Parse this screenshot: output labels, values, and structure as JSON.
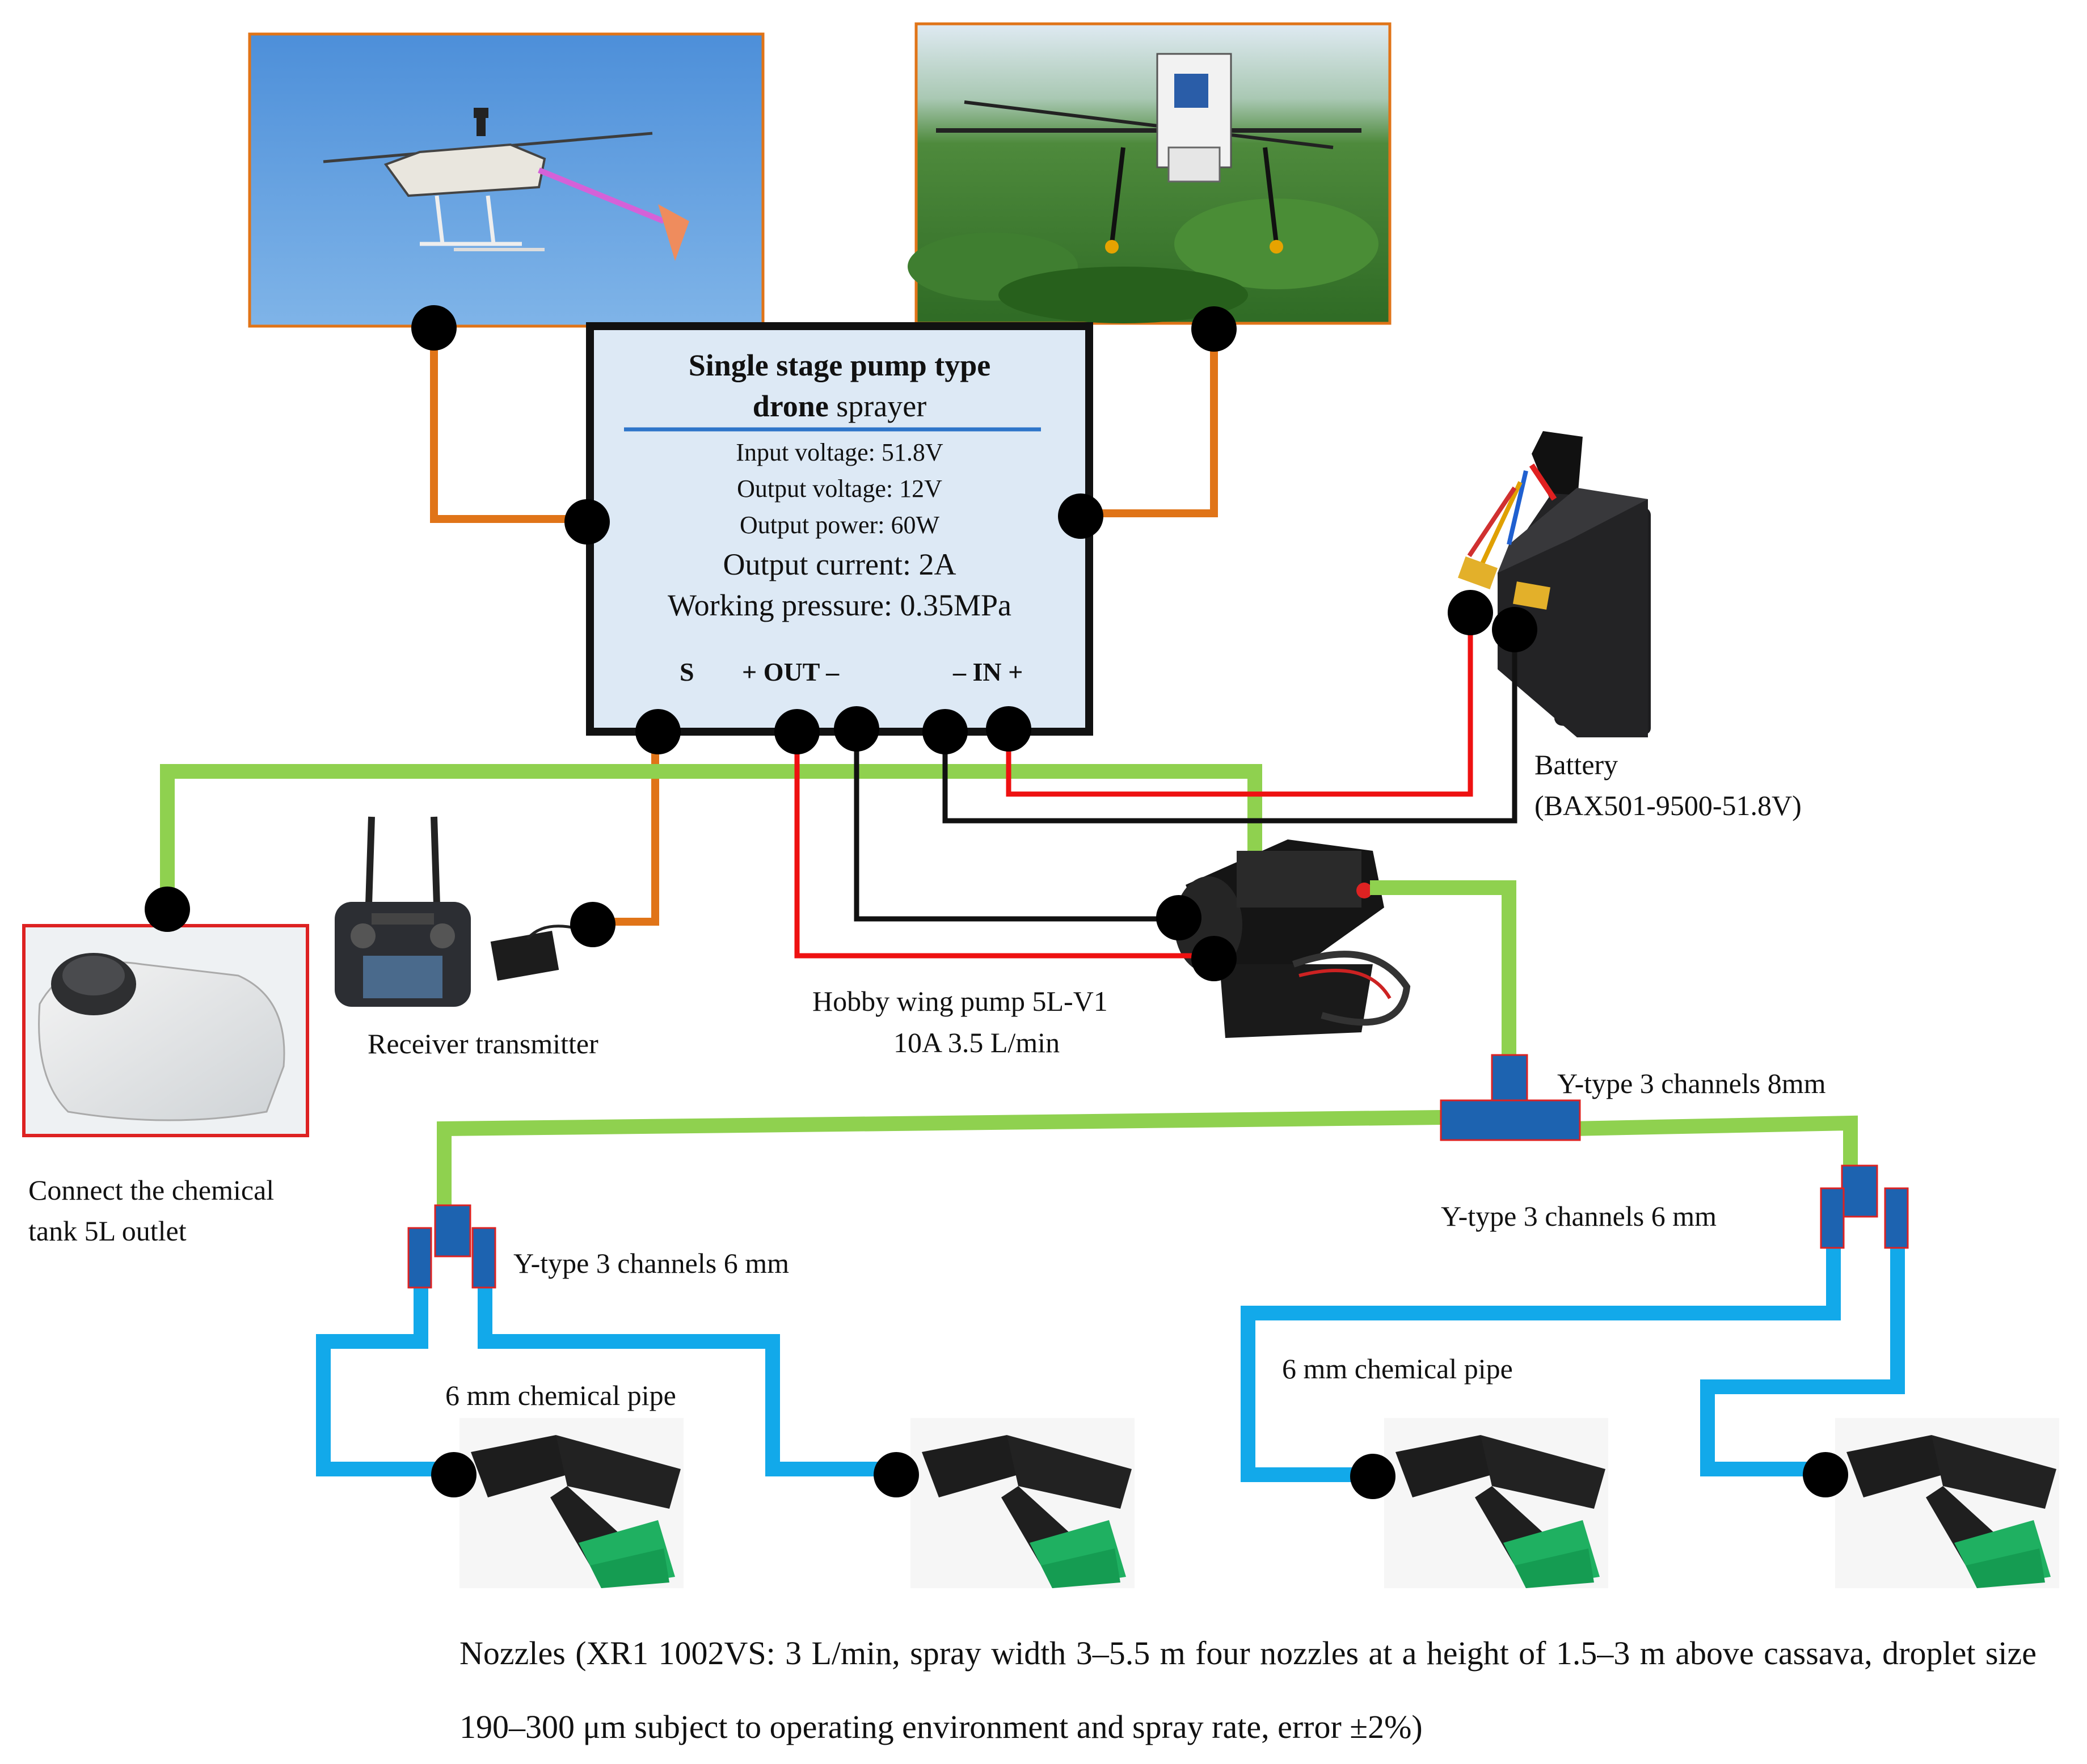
{
  "sprayer": {
    "title_bold_1": "Single stage pump type",
    "title_bold_2": "drone",
    "title_normal_2": " sprayer",
    "specs": [
      "Input voltage: 51.8V",
      "Output voltage: 12V",
      "Output power: 60W",
      "Output current: 2A",
      "Working pressure: 0.35MPa"
    ],
    "pin_s": "S",
    "pin_out": "+ OUT –",
    "pin_in": "– IN +"
  },
  "labels": {
    "battery_1": "Battery",
    "battery_2": "(BAX501-9500-51.8V)",
    "receiver": "Receiver transmitter",
    "pump_1": "Hobby wing pump 5L-V1",
    "pump_2": "10A 3.5 L/min",
    "tank_1": "Connect the chemical",
    "tank_2": "tank 5L outlet",
    "y8": "Y-type 3 channels 8mm",
    "y6_left": "Y-type 3 channels 6 mm",
    "y6_right": "Y-type 3 channels 6 mm",
    "pipe_left": "6 mm chemical pipe",
    "pipe_right": "6 mm chemical pipe"
  },
  "caption": "Nozzles (XR1 1002VS: 3 L/min, spray width 3–5.5 m four nozzles at a height of 1.5–3 m above cassava, droplet size 190–300 μm subject to operating environment and spray rate, error ±2%)",
  "colors": {
    "orange_wire": "#e07418",
    "green_pipe": "#8fd14f",
    "blue_pipe": "#12a9ea",
    "red_wire": "#ee1111",
    "black_wire": "#111111",
    "connector": "#1d63b0",
    "box_fill": "#dde9f5",
    "title_underline": "#2e75c9"
  }
}
